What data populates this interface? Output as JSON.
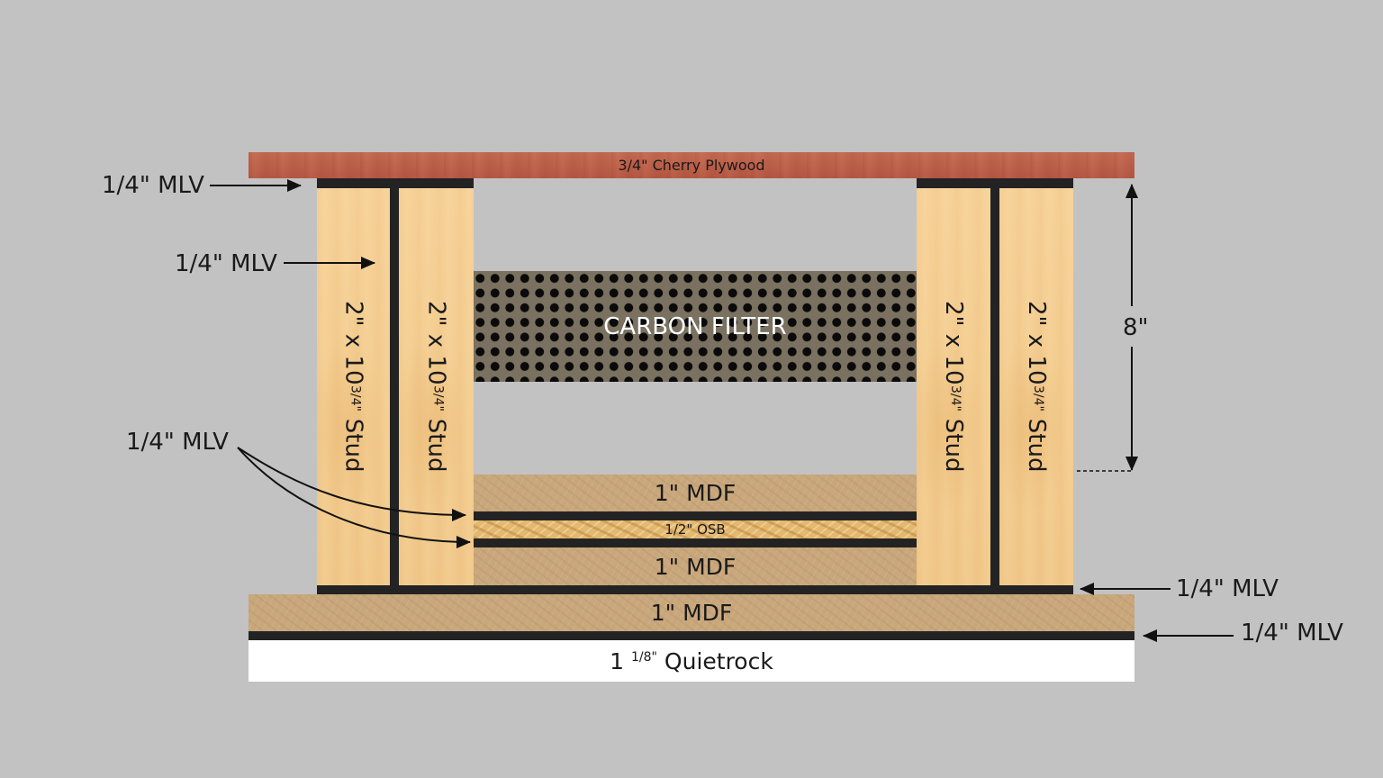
{
  "diagram": {
    "background_color": "#c2c2c2",
    "layers": {
      "cherry_plywood": {
        "label": "3/4\" Cherry Plywood",
        "color": "#bd6049"
      },
      "carbon_filter": {
        "label": "CARBON FILTER",
        "color": "#7a7160"
      },
      "mdf_upper": {
        "label": "1\" MDF",
        "color": "#c9a77b"
      },
      "osb": {
        "label": "1/2\" OSB",
        "color": "#e3b871"
      },
      "mdf_lower": {
        "label": "1\" MDF",
        "color": "#c9a77b"
      },
      "mdf_base": {
        "label": "1\" MDF",
        "color": "#c9a77b"
      },
      "quietrock": {
        "label_main": "1",
        "label_fraction": "1/8\"",
        "label_rest": " Quietrock",
        "color": "#ffffff"
      },
      "mlv_color": "#232323",
      "stud_color": "#f3cc8f"
    },
    "studs": [
      {
        "prefix": "2\" x 10",
        "fraction": "3/4\"",
        "suffix": " Stud"
      },
      {
        "prefix": "2\" x 10",
        "fraction": "3/4\"",
        "suffix": " Stud"
      },
      {
        "prefix": "2\" x 10",
        "fraction": "3/4\"",
        "suffix": " Stud"
      },
      {
        "prefix": "2\" x 10",
        "fraction": "3/4\"",
        "suffix": " Stud"
      }
    ],
    "callouts": {
      "top_mlv": "1/4\" MLV",
      "stud_divider_mlv": "1/4\" MLV",
      "osb_mlv": "1/4\" MLV",
      "bottom_stud_mlv": "1/4\" MLV",
      "base_mlv": "1/4\" MLV"
    },
    "dimension": {
      "label": "8\""
    }
  }
}
